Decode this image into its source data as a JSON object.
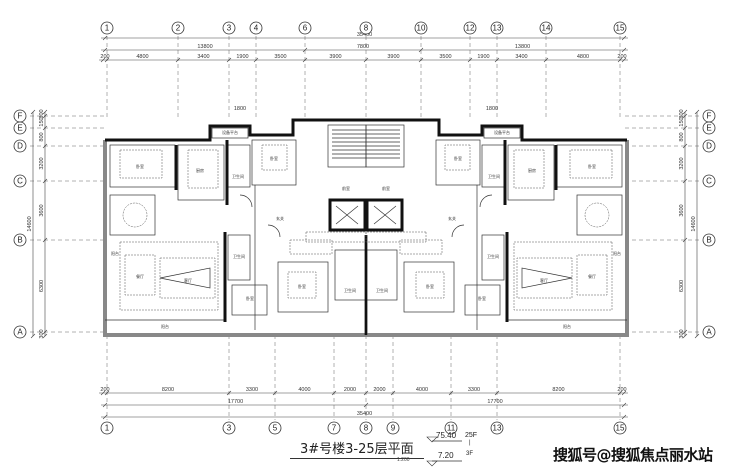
{
  "title": "3#号楼3-25层平面",
  "scale": "1:200",
  "levels": {
    "top_elevation": "75.40",
    "top_floor": "25F",
    "sep": "|",
    "bottom_elevation": "7.20",
    "bottom_floor": "3F"
  },
  "watermark": "搜狐号@搜狐焦点丽水站",
  "axes": {
    "top": [
      "1",
      "2",
      "3",
      "4",
      "6",
      "8",
      "10",
      "12",
      "13",
      "14",
      "15"
    ],
    "bottom": [
      "1",
      "3",
      "5",
      "7",
      "8",
      "9",
      "11",
      "13",
      "15"
    ],
    "left": [
      "F",
      "E",
      "D",
      "C",
      "B",
      "A"
    ],
    "right": [
      "F",
      "E",
      "D",
      "C",
      "B",
      "A"
    ]
  },
  "dimensions": {
    "top_total": "35400",
    "top_middle": [
      "13800",
      "7800",
      "13800"
    ],
    "top_detail": [
      "200",
      "4800",
      "3400",
      "1900",
      "3500",
      "3900",
      "3900",
      "3500",
      "1900",
      "3400",
      "4800",
      "200"
    ],
    "bottom_detail": [
      "200",
      "8200",
      "3300",
      "4000",
      "2000",
      "2000",
      "4000",
      "3300",
      "8200",
      "200"
    ],
    "bottom_middle": [
      "17700",
      "17700"
    ],
    "bottom_total": "35400",
    "side_detail": [
      "300",
      "150",
      "800",
      "3200",
      "3600",
      "6300",
      "300"
    ],
    "side_total": "14600",
    "balcony_width": "1800"
  },
  "rooms": {
    "bedroom": "卧室",
    "kitchen": "厨房",
    "living": "客厅",
    "dining": "餐厅",
    "bath": "卫生间",
    "balcony": "阳台",
    "foyer": "玄关",
    "lobby": "前室",
    "equipment": "设备平台"
  }
}
